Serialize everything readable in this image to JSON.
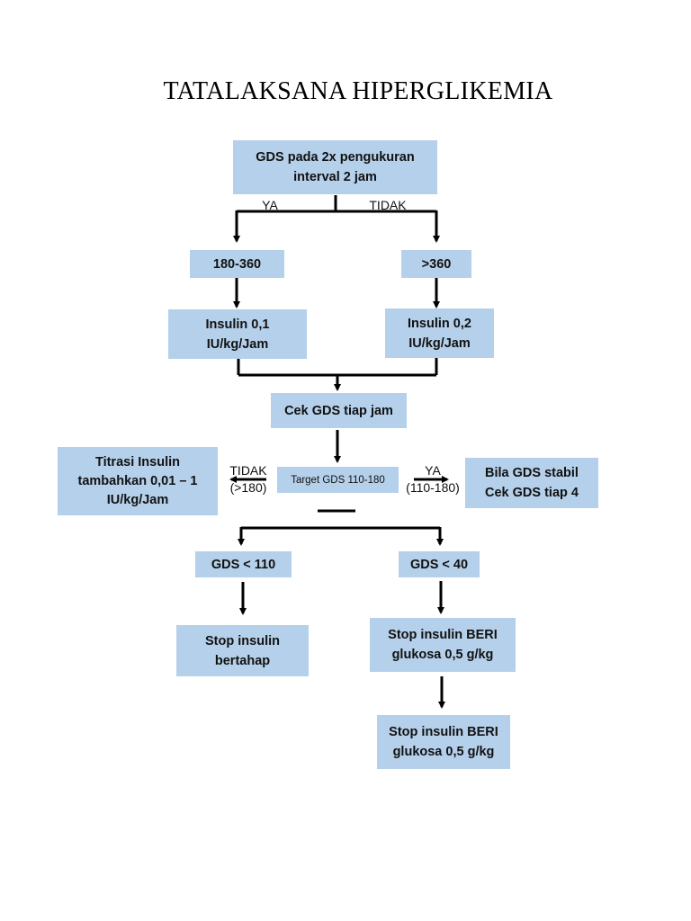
{
  "title": "TATALAKSANA HIPERGLIKEMIA",
  "nodes": {
    "gds_measure": [
      "GDS pada 2x pengukuran",
      "interval 2 jam"
    ],
    "range_low": "180-360",
    "range_high": ">360",
    "insulin_01": [
      "Insulin 0,1",
      "IU/kg/Jam"
    ],
    "insulin_02": [
      "Insulin 0,2",
      "IU/kg/Jam"
    ],
    "cek_gds": "Cek GDS tiap jam",
    "target_gds": "Target GDS 110-180",
    "titrasi": [
      "Titrasi Insulin",
      "tambahkan 0,01 – 1",
      "IU/kg/Jam"
    ],
    "bila_stabil": [
      "Bila GDS stabil",
      "Cek GDS tiap 4"
    ],
    "gds_lt_110": "GDS < 110",
    "gds_lt_40": "GDS < 40",
    "stop_bertahap": [
      "Stop insulin",
      "bertahap"
    ],
    "stop_beri_1": [
      "Stop insulin BERI",
      "glukosa 0,5 g/kg"
    ],
    "stop_beri_2": [
      "Stop insulin BERI",
      "glukosa 0,5 g/kg"
    ]
  },
  "edge_labels": {
    "ya_top": "YA",
    "tidak_top": "TIDAK",
    "tidak_left": [
      "TIDAK",
      "(>180)"
    ],
    "ya_right": [
      "YA",
      "(110-180)"
    ]
  }
}
